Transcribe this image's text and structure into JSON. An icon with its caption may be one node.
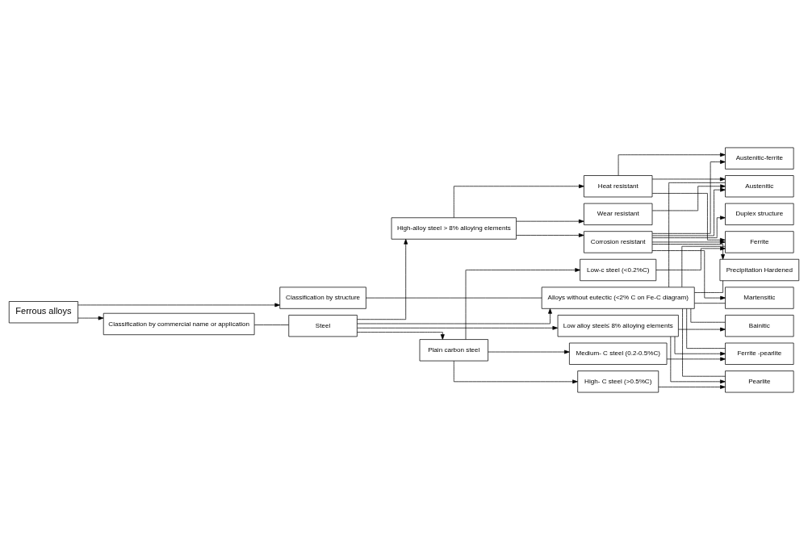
{
  "diagram": {
    "nodes": [
      {
        "text": [
          "Ferrous alloys"
        ]
      },
      {
        "text": [
          "Classification by commercial name or application"
        ]
      },
      {
        "text": [
          "Classification by structure"
        ]
      },
      {
        "text": [
          "Steel"
        ]
      },
      {
        "text": [
          "Alloys without eutectic (<2% C on Fe-C diagram)"
        ]
      },
      {
        "text": [
          "Plain carbon steel"
        ]
      },
      {
        "text": [
          "Low-c steel (<0.2%C)"
        ]
      },
      {
        "text": [
          "Medium- C steel (0.2-0.5%C)"
        ]
      },
      {
        "text": [
          "High- C steel (>0.5%C)"
        ]
      },
      {
        "text": [
          "Ferrite"
        ]
      },
      {
        "text": [
          "Ferrite -pearlite"
        ]
      },
      {
        "text": [
          "Pearlite"
        ]
      },
      {
        "text": [
          "Low alloy steel≤ 8% alloying elements"
        ]
      },
      {
        "text": [
          "Martensitic"
        ]
      },
      {
        "text": [
          "High-alloy steel > 8% alloying elements"
        ]
      },
      {
        "text": [
          "Bainitic"
        ]
      },
      {
        "text": [
          "Corrosion resistant"
        ]
      },
      {
        "text": [
          "Austenitic"
        ]
      },
      {
        "text": [
          "Heat resistant"
        ]
      },
      {
        "text": [
          "Precipitation Hardened"
        ]
      },
      {
        "text": [
          "Wear resistant"
        ]
      },
      {
        "text": [
          "Austenitic-ferrite"
        ]
      },
      {
        "text": [
          "Duplex structure"
        ]
      }
    ],
    "edges": [
      {
        "from": 0,
        "to": 1,
        "arrow": "to"
      },
      {
        "from": 0,
        "to": 2,
        "arrow": "to"
      },
      {
        "from": 2,
        "to": 4,
        "arrow": "none"
      },
      {
        "from": 1,
        "to": 3,
        "arrow": "none"
      },
      {
        "from": 3,
        "to": 4,
        "arrow": "to"
      },
      {
        "from": 3,
        "to": 5,
        "arrow": "to"
      },
      {
        "from": 3,
        "to": 12,
        "arrow": "to"
      },
      {
        "from": 3,
        "to": 14,
        "arrow": "to"
      },
      {
        "from": 5,
        "to": 6,
        "arrow": "to"
      },
      {
        "from": 5,
        "to": 7,
        "arrow": "to"
      },
      {
        "from": 5,
        "to": 8,
        "arrow": "to"
      },
      {
        "from": 6,
        "to": 9,
        "arrow": "to"
      },
      {
        "from": 7,
        "to": 10,
        "arrow": "to"
      },
      {
        "from": 8,
        "to": 11,
        "arrow": "to"
      },
      {
        "from": 12,
        "to": 10,
        "arrow": "to"
      },
      {
        "from": 12,
        "to": 11,
        "arrow": "to"
      },
      {
        "from": 12,
        "to": 15,
        "arrow": "to"
      },
      {
        "from": 14,
        "to": 16,
        "arrow": "to"
      },
      {
        "from": 14,
        "to": 18,
        "arrow": "to"
      },
      {
        "from": 14,
        "to": 20,
        "arrow": "to"
      },
      {
        "from": 16,
        "to": 13,
        "arrow": "to"
      },
      {
        "from": 16,
        "to": 17,
        "arrow": "to"
      },
      {
        "from": 16,
        "to": 9,
        "arrow": "to"
      },
      {
        "from": 16,
        "to": 19,
        "arrow": "to"
      },
      {
        "from": 16,
        "to": 21,
        "arrow": "to"
      },
      {
        "from": 16,
        "to": 22,
        "arrow": "to"
      },
      {
        "from": 18,
        "to": 17,
        "arrow": "to"
      },
      {
        "from": 18,
        "to": 9,
        "arrow": "to"
      },
      {
        "from": 18,
        "to": 21,
        "arrow": "to"
      },
      {
        "from": 20,
        "to": 17,
        "arrow": "to"
      },
      {
        "from": 4,
        "to": 9,
        "arrow": "none"
      },
      {
        "from": 4,
        "to": 10,
        "arrow": "none"
      },
      {
        "from": 4,
        "to": 11,
        "arrow": "none"
      },
      {
        "from": 4,
        "to": 13,
        "arrow": "none"
      },
      {
        "from": 4,
        "to": 15,
        "arrow": "none"
      },
      {
        "from": 4,
        "to": 17,
        "arrow": "none"
      },
      {
        "from": 4,
        "to": 19,
        "arrow": "none"
      }
    ]
  }
}
